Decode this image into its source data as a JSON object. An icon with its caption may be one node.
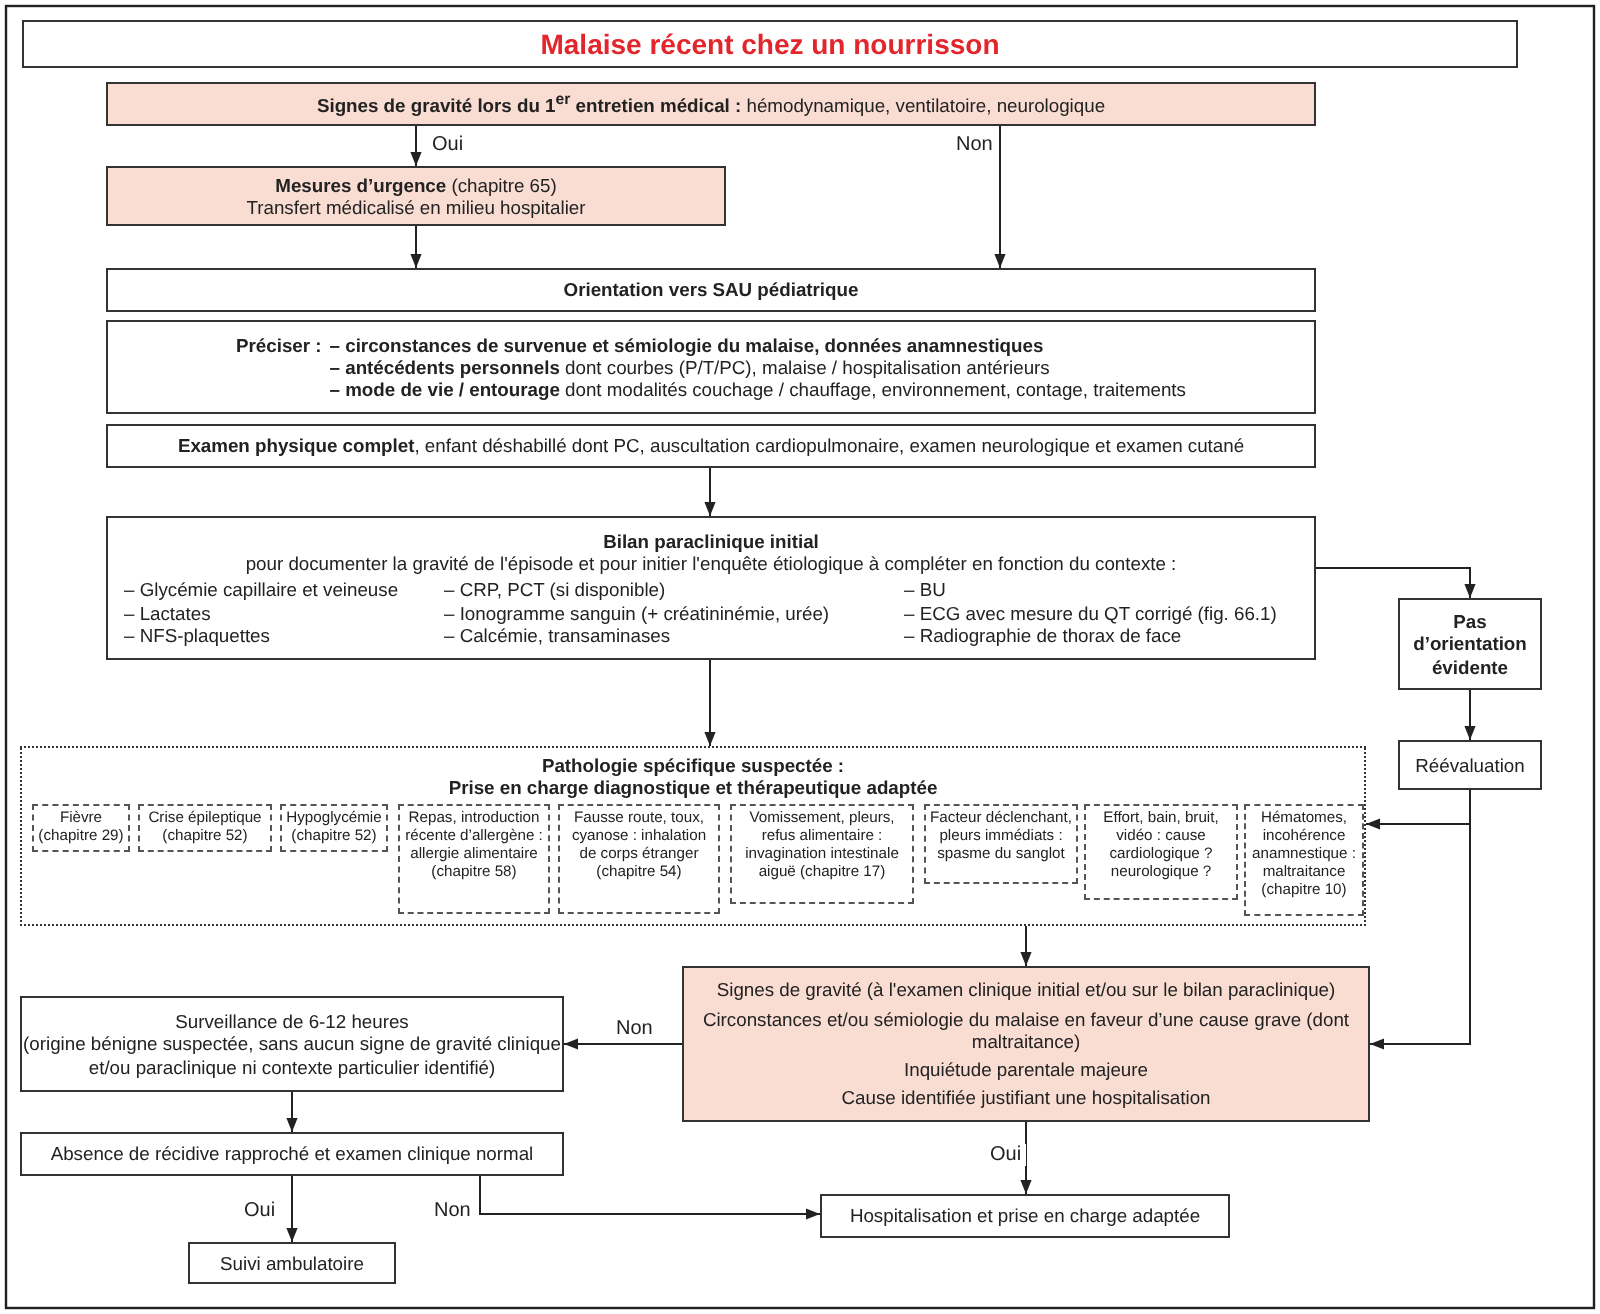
{
  "diagram": {
    "nodes": [
      {
        "text": [
          "Malaise récent chez un nourrisson"
        ]
      },
      {
        "text": [
          "**Signes de gravité lors du 1$^{er}$ entretien médical :** hémodynamique, ventilatoire, neurologique"
        ]
      },
      {
        "text": [
          "**Mesures d’urgence** (chapitre 65)",
          "Transfert médicalisé en milieu hospitalier"
        ]
      },
      {
        "text": [
          "Orientation vers SAU pédiatrique"
        ]
      },
      {
        "text": [
          "Préciser :",
          "– circonstances de survenue et sémiologie du malaise, données anamnestiques",
          "**– antécédents personnels** dont courbes (P/T/PC), malaise / hospitalisation antérieurs",
          "**– mode de vie / entourage** dont modalités couchage / chauffage, environnement, contage, traitements"
        ]
      },
      {
        "text": [
          "**Examen physique complet**, enfant déshabillé dont PC, auscultation cardiopulmonaire, examen neurologique et examen cutané"
        ]
      },
      {
        "text": [
          "Bilan paraclinique initial",
          "pour documenter la gravité de l'épisode et pour initier l'enquête étiologique à compléter en fonction du contexte :",
          "– Glycémie capillaire et veineuse",
          "– CRP, PCT (si disponible)",
          "– BU",
          "– Lactates",
          "– Ionogramme sanguin (+ créatininémie, urée)",
          "– ECG avec mesure du QT corrigé (fig. 66.1)",
          "– NFS-plaquettes",
          "– Calcémie, transaminases",
          "– Radiographie de thorax de face"
        ]
      },
      {
        "text": [
          "Pas d’orientation évidente"
        ]
      },
      {
        "text": [
          "Réévaluation"
        ]
      },
      {
        "text": [
          "Pathologie spécifique suspectée :",
          "Prise en charge diagnostique et thérapeutique adaptée"
        ]
      },
      {
        "text": [
          "Fièvre (chapitre 29)"
        ],
        "in": 9
      },
      {
        "text": [
          "Crise épileptique (chapitre 52)"
        ],
        "in": 9
      },
      {
        "text": [
          "Hypoglycémie (chapitre 52)"
        ],
        "in": 9
      },
      {
        "text": [
          "Repas, introduction récente d’allergène : allergie alimentaire (chapitre 58)"
        ],
        "in": 9
      },
      {
        "text": [
          "Fausse route, toux, cyanose : inhalation de corps étranger (chapitre 54)"
        ],
        "in": 9
      },
      {
        "text": [
          "Vomissement, pleurs, refus alimentaire : invagination intestinale aiguë (chapitre 17)"
        ],
        "in": 9
      },
      {
        "text": [
          "Facteur déclenchant, pleurs immédiats : spasme du sanglot"
        ],
        "in": 9
      },
      {
        "text": [
          "Effort, bain, bruit, vidéo : cause cardiologique ? neurologique ?"
        ],
        "in": 9
      },
      {
        "text": [
          "Hématomes, incohérence anamnestique : maltraitance (chapitre 10)"
        ],
        "in": 9
      },
      {
        "text": [
          "Signes de gravité (à l'examen clinique initial et/ou sur le bilan paraclinique)",
          "Circonstances et/ou sémiologie du malaise en faveur d’une cause grave (dont maltraitance)",
          "Inquiétude parentale majeure",
          "Cause identifiée justifiant une hospitalisation"
        ]
      },
      {
        "text": [
          "Surveillance de 6-12 heures",
          "(origine bénigne suspectée, sans aucun signe de gravité clinique et/ou paraclinique ni contexte particulier identifié)"
        ]
      },
      {
        "text": [
          "Absence de récidive rapproché et examen clinique normal"
        ]
      },
      {
        "text": [
          "Hospitalisation et prise en charge adaptée"
        ]
      },
      {
        "text": [
          "Suivi ambulatoire"
        ]
      }
    ],
    "edges": [
      {
        "from": 1,
        "to": 2,
        "arrow": "to",
        "label": "Oui"
      },
      {
        "from": 1,
        "to": 3,
        "arrow": "to",
        "label": "Non"
      },
      {
        "from": 2,
        "to": 3,
        "arrow": "to"
      },
      {
        "from": 5,
        "to": 6,
        "arrow": "to"
      },
      {
        "from": 6,
        "to": 9,
        "arrow": "to"
      },
      {
        "from": 6,
        "to": 7,
        "arrow": "to"
      },
      {
        "from": 7,
        "to": 8,
        "arrow": "to"
      },
      {
        "from": 8,
        "to": 9,
        "arrow": "to"
      },
      {
        "from": 8,
        "to": 19,
        "arrow": "to"
      },
      {
        "from": 9,
        "to": 19,
        "arrow": "to"
      },
      {
        "from": 19,
        "to": 20,
        "arrow": "to",
        "label": "Non"
      },
      {
        "from": 19,
        "to": 22,
        "arrow": "to",
        "label": "Oui"
      },
      {
        "from": 20,
        "to": 21,
        "arrow": "to"
      },
      {
        "from": 21,
        "to": 23,
        "arrow": "to",
        "label": "Oui"
      },
      {
        "from": 21,
        "to": 22,
        "arrow": "to",
        "label": "Non"
      }
    ]
  }
}
